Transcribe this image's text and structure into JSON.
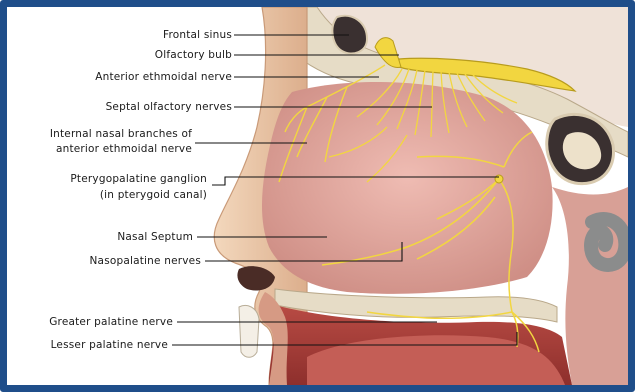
{
  "labels": {
    "frontal_sinus": "Frontal sinus",
    "olfactory_bulb": "Olfactory bulb",
    "anterior_ethmoidal_nerve": "Anterior ethmoidal nerve",
    "septal_olfactory_nerves": "Septal olfactory nerves",
    "internal_nasal_branches_line1": "Internal nasal branches of",
    "internal_nasal_branches_line2": "anterior ethmoidal nerve",
    "pterygopalatine_ganglion_line1": "Pterygopalatine ganglion",
    "pterygopalatine_ganglion_line2": "(in pterygoid canal)",
    "nasal_septum": "Nasal Septum",
    "nasopalatine_nerves": "Nasopalatine nerves",
    "greater_palatine_nerve": "Greater palatine nerve",
    "lesser_palatine_nerve": "Lesser palatine nerve"
  },
  "colors": {
    "frame": "#1f4e8a",
    "nerve": "#f2d640",
    "mucosa": "#e8b0a6",
    "skin": "#ebc6a4",
    "bone": "#e6dcc6",
    "sinus_cavity": "#3a3030"
  }
}
